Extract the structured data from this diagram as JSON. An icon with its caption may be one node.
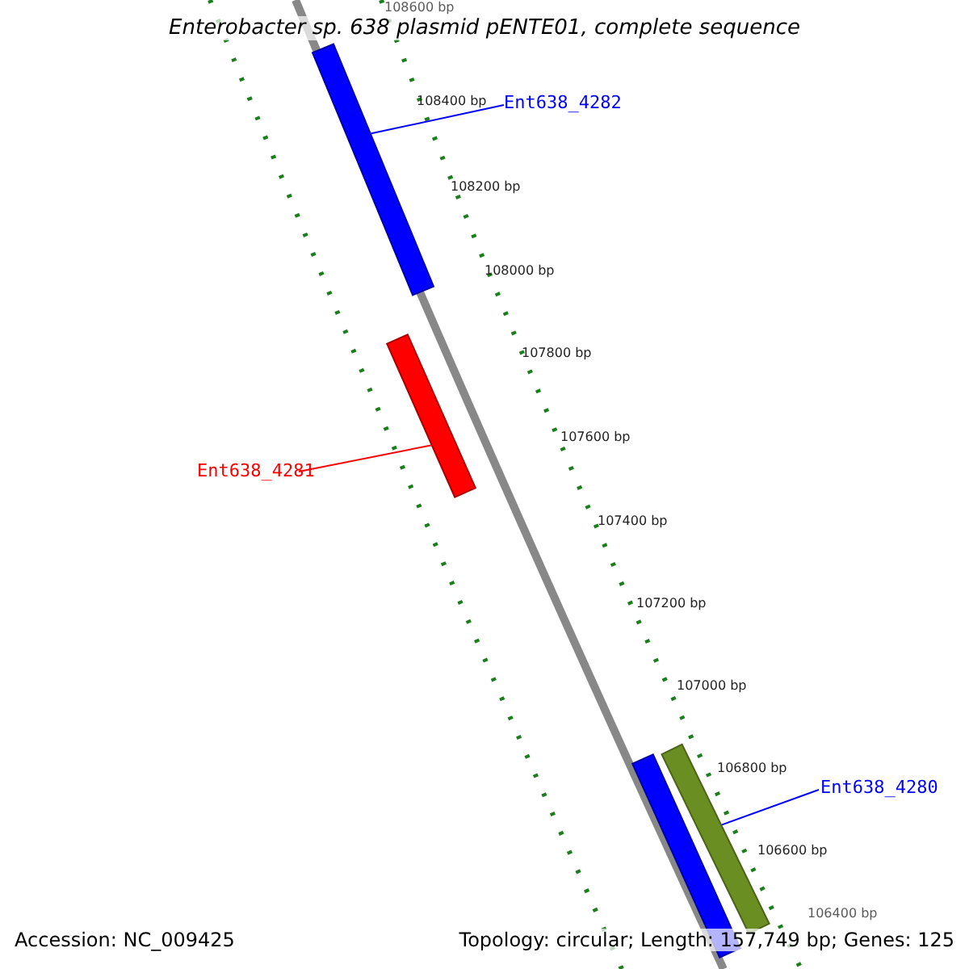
{
  "diagram": {
    "title": "Enterobacter sp. 638 plasmid pENTE01, complete sequence",
    "nodes": [
      {
        "text": [
          "Ent638_4282"
        ]
      },
      {
        "text": [],
        "shape": "bar"
      },
      {
        "text": [
          "Ent638_4281"
        ]
      },
      {
        "text": [],
        "shape": "bar"
      },
      {
        "text": [
          "Ent638_4280"
        ]
      },
      {
        "text": [],
        "shape": "bar"
      },
      {
        "text": [],
        "shape": "bar"
      }
    ],
    "edges": [
      {
        "from": 0,
        "to": 1,
        "arrow": "none"
      },
      {
        "from": 2,
        "to": 3,
        "arrow": "none",
        "color": "#ff0000"
      },
      {
        "from": 4,
        "to": 6,
        "arrow": "none"
      }
    ],
    "labels": [
      "108600 bp",
      "108400 bp",
      "108200 bp",
      "108000 bp",
      "107800 bp",
      "107600 bp",
      "107400 bp",
      "107200 bp",
      "107000 bp",
      "106800 bp",
      "106600 bp",
      "106400 bp",
      "Accession: NC_009425",
      "Topology: circular; Length: 157,749 bp; Genes: 125"
    ]
  }
}
